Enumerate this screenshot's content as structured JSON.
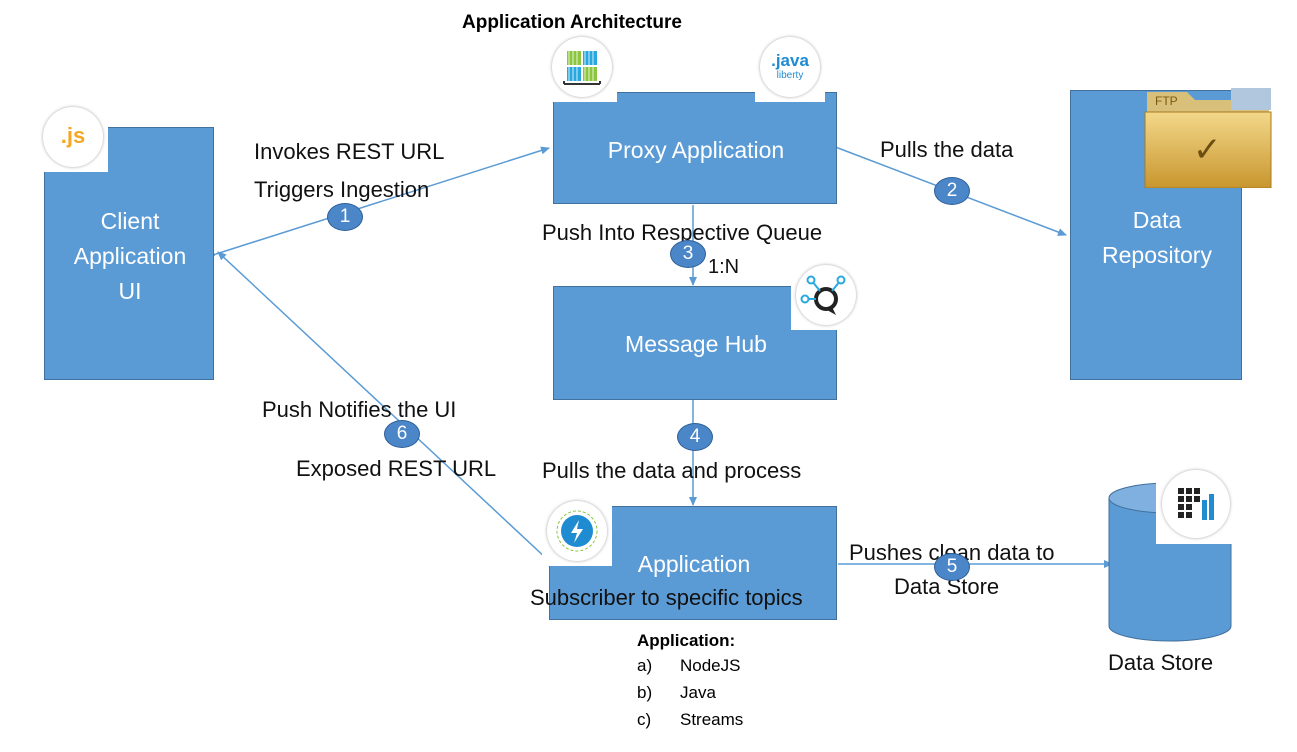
{
  "title": "Application Architecture",
  "nodes": {
    "client": {
      "lines": [
        "Client",
        "Application",
        "UI"
      ]
    },
    "proxy": {
      "label": "Proxy Application"
    },
    "repository": {
      "lines": [
        "Data",
        "Repository"
      ]
    },
    "message_hub": {
      "label": "Message Hub"
    },
    "application": {
      "line1": "Application",
      "line2": "Subscriber to specific topics"
    },
    "data_store": {
      "label": "Data Store"
    }
  },
  "icons": {
    "client": {
      "name": "nodejs-icon",
      "text": ".js",
      "color": "#f5a623"
    },
    "proxy_left": {
      "name": "containers-icon"
    },
    "proxy_right": {
      "name": "java-liberty-icon",
      "text1": ".java",
      "text2": "liberty",
      "color": "#1f8bd1"
    },
    "repository": {
      "name": "ftp-folder-icon",
      "text": "FTP",
      "check": "✓"
    },
    "message_hub": {
      "name": "message-hub-icon"
    },
    "application": {
      "name": "lightning-icon"
    },
    "data_store": {
      "name": "analytics-icon"
    }
  },
  "edges": {
    "e1": {
      "badge": "1",
      "label1": "Invokes REST URL",
      "label2": "Triggers Ingestion"
    },
    "e2": {
      "badge": "2",
      "label": "Pulls the data"
    },
    "e3": {
      "badge": "3",
      "label": "Push Into Respective Queue",
      "cardinality": "1:N"
    },
    "e4": {
      "badge": "4",
      "label": "Pulls the data and process"
    },
    "e5": {
      "badge": "5",
      "label1": "Pushes clean data to",
      "label2": "Data Store"
    },
    "e6": {
      "badge": "6",
      "label1": "Push Notifies the UI",
      "label2": "Exposed REST URL"
    }
  },
  "app_note": {
    "heading": "Application:",
    "items": [
      {
        "marker": "a)",
        "text": "NodeJS"
      },
      {
        "marker": "b)",
        "text": "Java"
      },
      {
        "marker": "c)",
        "text": "Streams"
      }
    ]
  },
  "colors": {
    "box": "#5b9bd5",
    "box_border": "#41719c",
    "badge": "#4a86c8",
    "arrow": "#5b9bd5"
  }
}
